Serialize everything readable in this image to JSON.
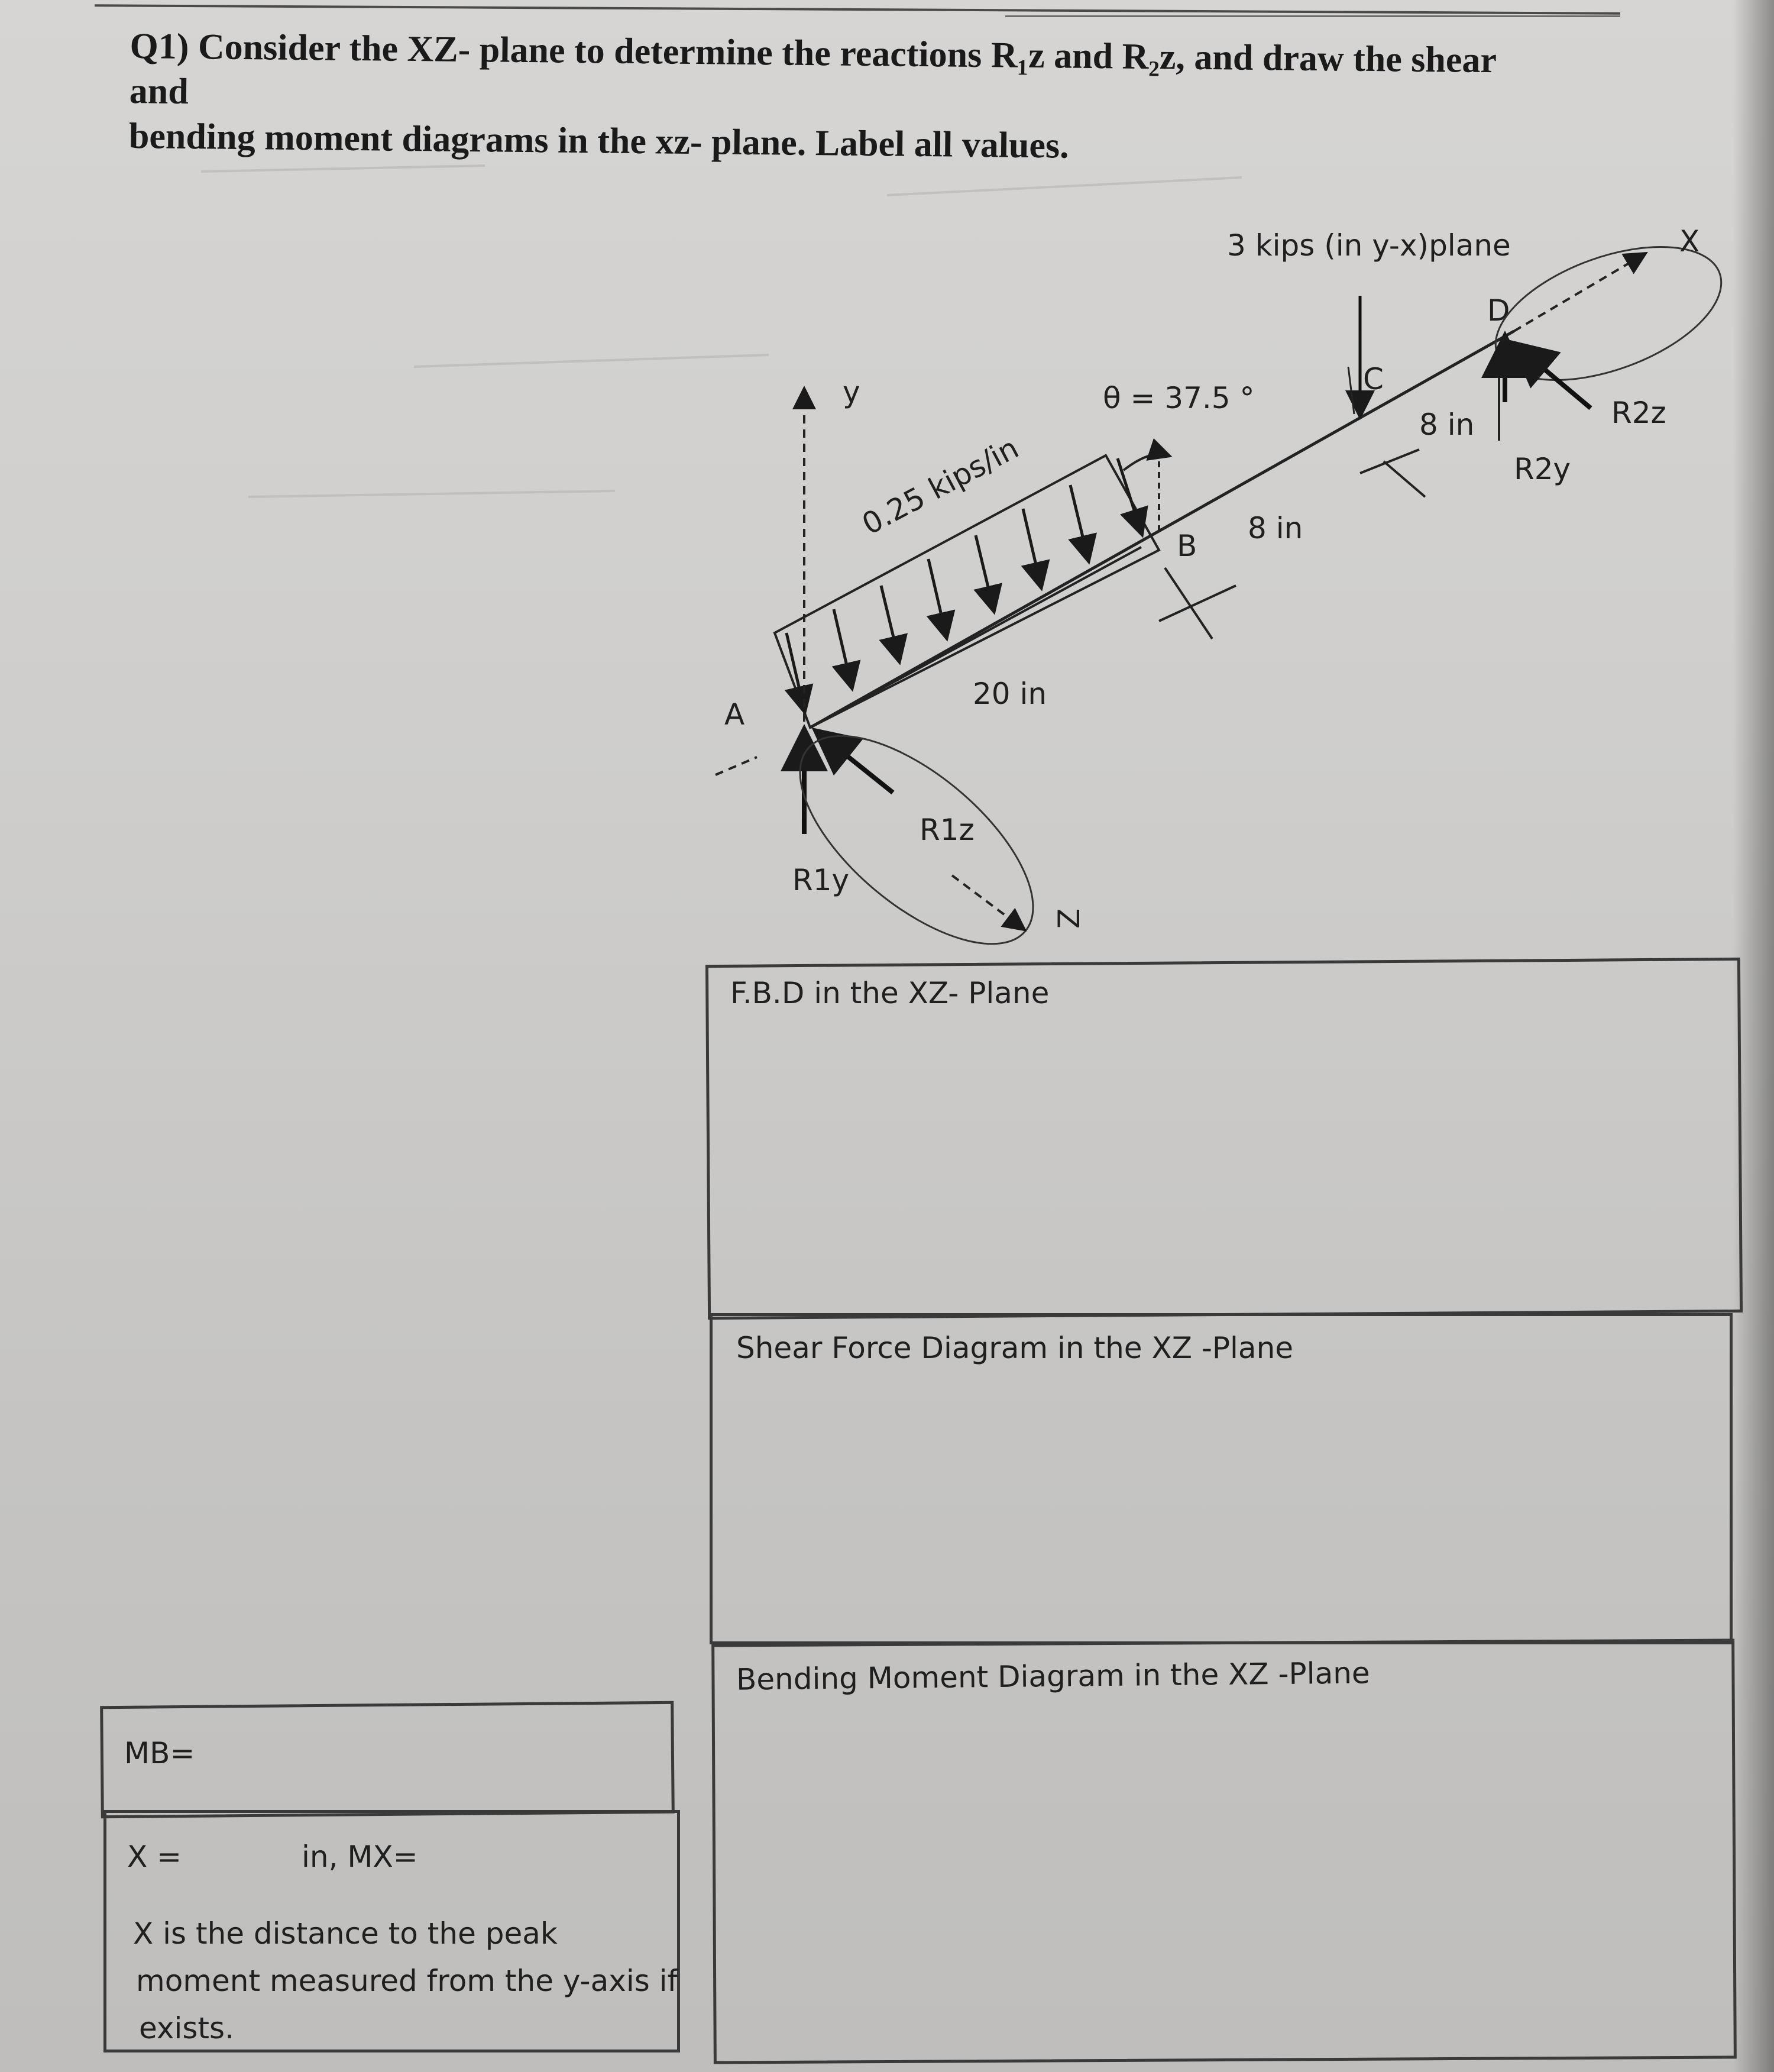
{
  "question": {
    "line1": "Q1) Consider the XZ- plane to determine the reactions R₁z and R₂z, and draw the shear and",
    "line2": "bending moment diagrams in the xz- plane. Label all values."
  },
  "diagram": {
    "load_label": "3 kips (in y-x)plane",
    "angle_label": "θ = 37.5 °",
    "distributed_load_label": "0.25 kips/in",
    "span_ab_label": "20 in",
    "span_bc_label": "8 in",
    "span_cd_label": "8 in",
    "point_a": "A",
    "point_b": "B",
    "point_c": "C",
    "point_d": "D",
    "axis_x": "X",
    "axis_y": "y",
    "axis_z": "Z",
    "reaction_r1y": "R1y",
    "reaction_r1z": "R1z",
    "reaction_r2y": "R2y",
    "reaction_r2z": "R2z"
  },
  "boxes": {
    "fbd_title": "F.B.D in the XZ- Plane",
    "shear_title": "Shear Force Diagram  in the XZ -Plane",
    "moment_title": "Bending Moment Diagram  in the XZ -Plane"
  },
  "answers": {
    "mb_label": "MB=",
    "x_label": "X =",
    "mx_label": "in, MX=",
    "note_line1": "X is the distance to the peak",
    "note_line2": "moment measured from the y-axis if",
    "note_line3": "exists."
  }
}
